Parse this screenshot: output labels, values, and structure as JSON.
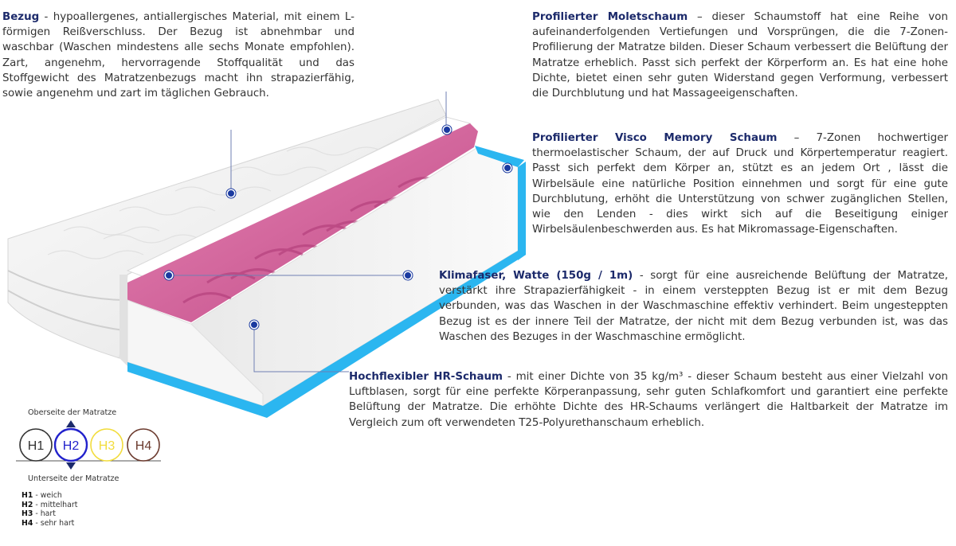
{
  "blocks": {
    "bezug": {
      "title": "Bezug",
      "text": " - hypoallergenes, antiallergisches Material, mit einem L-förmigen Reißverschluss. Der Bezug ist abnehmbar und waschbar (Waschen mindestens alle sechs Monate empfohlen). Zart, angenehm, hervorragende Stoffqualität und das Stoffgewicht des Matratzenbezugs macht ihn strapazierfähig, sowie angenehm und zart im täglichen Gebrauch."
    },
    "molet": {
      "title": "Profilierter Moletschaum",
      "text": " – dieser Schaumstoff hat eine Reihe von aufeinanderfolgenden Vertiefungen und Vorsprüngen, die die 7-Zonen-Profilierung der Matratze bilden. Dieser Schaum verbessert die Belüftung der Matratze erheblich. Passt sich perfekt der Körperform an. Es hat eine hohe Dichte, bietet einen sehr guten Widerstand gegen Verformung, verbessert die Durchblutung und hat Massageeigenschaften."
    },
    "visco": {
      "title": "Profilierter Visco Memory Schaum",
      "text": " – 7-Zonen hochwertiger thermoelastischer Schaum, der auf Druck und Körpertemperatur reagiert. Passt sich perfekt dem Körper an, stützt es an jedem Ort , lässt die Wirbelsäule eine natürliche Position einnehmen und sorgt für eine gute Durchblutung, erhöht die Unterstützung von schwer zugänglichen Stellen, wie den Lenden - dies wirkt sich auf die Beseitigung einiger Wirbelsäulenbeschwerden aus. Es hat Mikromassage-Eigenschaften."
    },
    "klima": {
      "title": "Klimafaser, Watte (150g / 1m)",
      "text": " - sorgt für eine ausreichende Belüftung der Matratze, verstärkt ihre Strapazierfähigkeit - in einem versteppten Bezug ist er mit dem Bezug verbunden, was das Waschen in der Waschmaschine effektiv verhindert. Beim ungesteppten Bezug ist es der innere Teil der Matratze, der nicht mit dem Bezug verbunden ist, was das Waschen des Bezuges in der Waschmaschine ermöglicht."
    },
    "hr": {
      "title": "Hochflexibler HR-Schaum",
      "text": " - mit einer Dichte von 35 kg/m³ - dieser Schaum besteht aus einer Vielzahl von Luftblasen, sorgt für eine perfekte Körperanpassung, sehr guten Schlafkomfort und garantiert eine perfekte Belüftung der Matratze. Die erhöhte Dichte des HR-Schaums verlängert die Haltbarkeit der Matratze im Vergleich zum oft verwendeten T25-Polyurethanschaum erheblich."
    }
  },
  "hardness": {
    "top_label": "Oberseite der Matratze",
    "bottom_label": "Unterseite der Matratze",
    "circles": [
      {
        "label": "H1",
        "color": "#333333"
      },
      {
        "label": "H2",
        "color": "#2222cc",
        "selected": true
      },
      {
        "label": "H3",
        "color": "#f2dc3c"
      },
      {
        "label": "H4",
        "color": "#6b3a2e"
      }
    ],
    "legend": [
      {
        "code": "H1",
        "desc": " - weich"
      },
      {
        "code": "H2",
        "desc": " - mittelhart"
      },
      {
        "code": "H3",
        "desc": " - hart"
      },
      {
        "code": "H4",
        "desc": " - sehr hart"
      }
    ]
  },
  "colors": {
    "title_text": "#1c2a6b",
    "pointer": "#1a3aa0",
    "foam_pink": "#d8609a",
    "hr_blue": "#2bb6f0",
    "cover": "#f1f1f1"
  }
}
